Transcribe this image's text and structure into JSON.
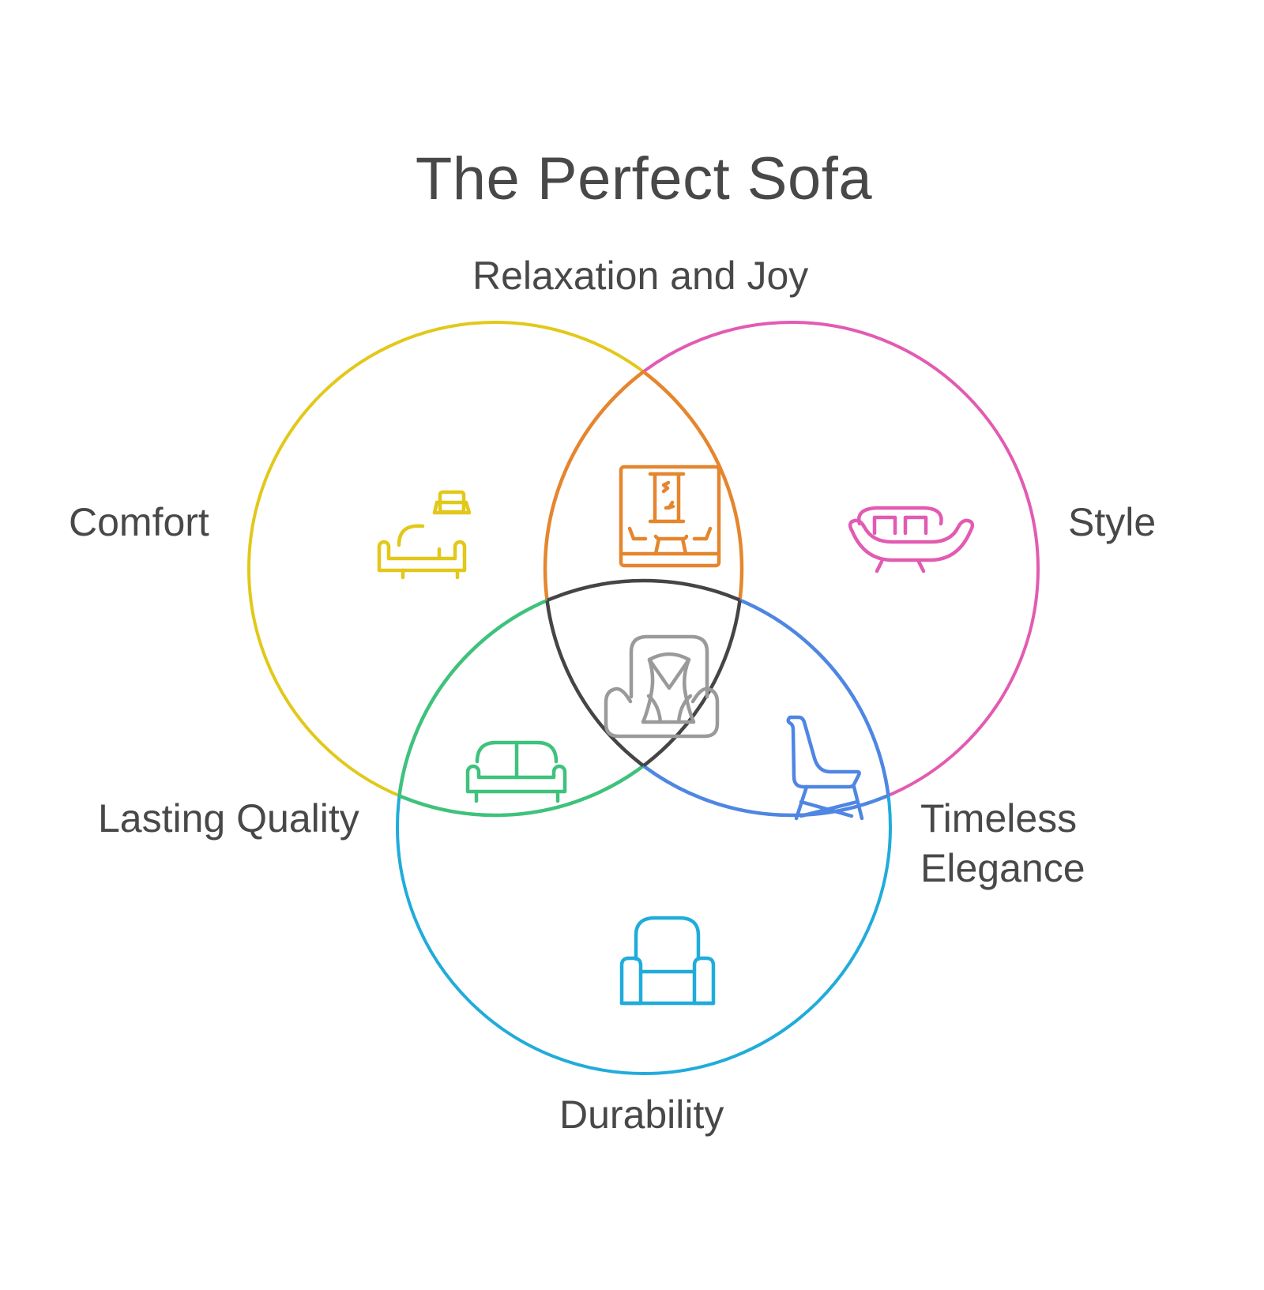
{
  "title": "The Perfect Sofa",
  "sets": [
    {
      "id": "comfort",
      "label": "Comfort",
      "color": "#E2C81A",
      "icon": "sofa-with-laptop-icon"
    },
    {
      "id": "style",
      "label": "Style",
      "color": "#E25BB2",
      "icon": "loveseat-with-pillows-icon"
    },
    {
      "id": "durability",
      "label": "Durability",
      "color": "#20ACDB",
      "icon": "armchair-icon"
    }
  ],
  "intersections": [
    {
      "id": "comfort-style",
      "label": "Relaxation and Joy",
      "color": "#E5862E",
      "icon": "lounge-room-icon"
    },
    {
      "id": "comfort-durability",
      "label": "Lasting Quality",
      "color": "#3EC27C",
      "icon": "two-seat-sofa-icon"
    },
    {
      "id": "style-durability",
      "label": "Timeless Elegance",
      "color": "#4F86E3",
      "icon": "modern-chair-icon"
    },
    {
      "id": "all",
      "label": "",
      "color": "#454545",
      "icon": "wingback-armchair-icon",
      "icon_color": "#9A9A9A"
    }
  ],
  "labels": {
    "relaxation_joy": "Relaxation and Joy",
    "comfort": "Comfort",
    "style": "Style",
    "lasting_quality": "Lasting Quality",
    "timeless_line1": "Timeless",
    "timeless_line2": "Elegance",
    "durability": "Durability"
  }
}
